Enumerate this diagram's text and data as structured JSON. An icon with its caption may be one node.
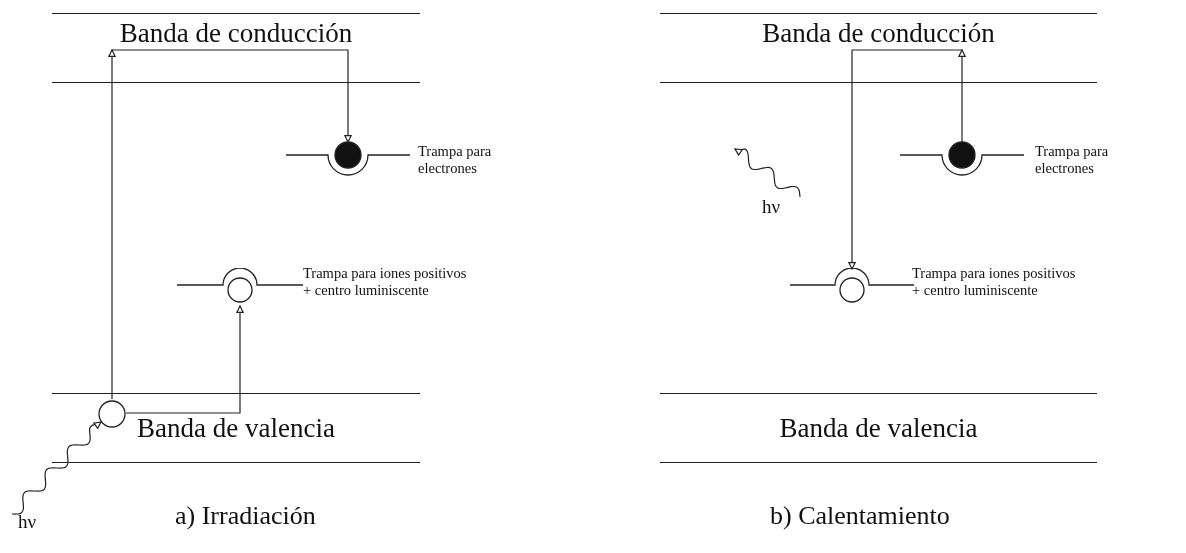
{
  "diagram": {
    "nodes": [
      {
        "text": [
          "Banda de conducción"
        ]
      },
      {
        "text": [],
        "shape": "circle",
        "beside": [
          "Trampa para electrones"
        ]
      },
      {
        "text": [],
        "shape": "circle",
        "beside": [
          "Trampa para iones positivos + centro luminiscente"
        ]
      },
      {
        "text": [
          "Banda de valencia"
        ]
      },
      {
        "text": [],
        "shape": "circle",
        "in": 3
      },
      {
        "text": [
          "hν"
        ]
      },
      {
        "text": [
          "Banda de conducción"
        ]
      },
      {
        "text": [],
        "shape": "circle",
        "beside": [
          "Trampa para electrones"
        ]
      },
      {
        "text": [],
        "shape": "circle",
        "beside": [
          "Trampa para iones positivos + centro luminiscente"
        ]
      },
      {
        "text": [
          "Banda de valencia"
        ]
      },
      {
        "text": [
          "hν"
        ]
      }
    ],
    "edges": [
      {
        "from": 4,
        "to": 0,
        "arrow": "to"
      },
      {
        "from": 0,
        "to": 1,
        "arrow": "to"
      },
      {
        "from": 4,
        "to": 2,
        "arrow": "to"
      },
      {
        "from": 5,
        "to": 4,
        "arrow": "to"
      },
      {
        "from": 7,
        "to": 6,
        "arrow": "to"
      },
      {
        "from": 6,
        "to": 8,
        "arrow": "to"
      },
      {
        "from": 10,
        "to": null,
        "arrow": "to"
      }
    ],
    "labels": [
      "a) Irradiación",
      "b) Calentamiento"
    ]
  }
}
